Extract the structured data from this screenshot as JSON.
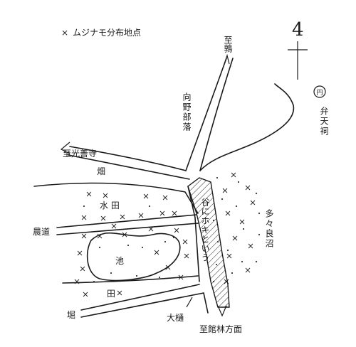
{
  "legend": {
    "symbol": "×",
    "text": "ムジナモ分布地点"
  },
  "north_label": "4",
  "labels": {
    "to_uguisu": "至鶉",
    "to_kozenji": "至光善寺",
    "mukaino": "向野部落",
    "benten": "弁天祠",
    "shrine_symbol": "円",
    "hatake": "畑",
    "suiden": "水 田",
    "nodo": "農道",
    "ike": "池",
    "den": "田",
    "hori": "堀",
    "taru": "大樋",
    "tatebayashi": "至館林方面",
    "tanigawa": "谷にホキという",
    "tatara": "多々良沼"
  },
  "colors": {
    "ink": "#1a1a1a",
    "paper": "#ffffff"
  }
}
